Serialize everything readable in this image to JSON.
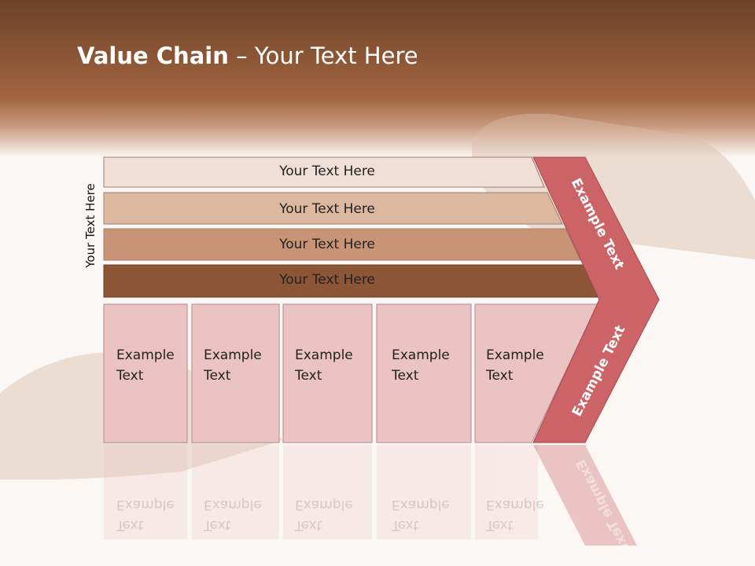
{
  "title": {
    "bold": "Value Chain",
    "rest": " – Your Text Here"
  },
  "side_label": "Your Text Here",
  "bars": [
    {
      "label": "Your Text Here",
      "color": "#efdfd6"
    },
    {
      "label": "Your Text Here",
      "color": "#ddb8a0"
    },
    {
      "label": "Your Text Here",
      "color": "#c99476"
    },
    {
      "label": "Your Text Here",
      "color": "#8b5536"
    }
  ],
  "boxes": [
    {
      "line1": "Example",
      "line2": "Text"
    },
    {
      "line1": "Example",
      "line2": "Text"
    },
    {
      "line1": "Example",
      "line2": "Text"
    },
    {
      "line1": "Example",
      "line2": "Text"
    },
    {
      "line1": "Example",
      "line2": "Text"
    }
  ],
  "chevron": {
    "upper": "Example Text",
    "lower": "Example Text",
    "color": "#cc6366"
  },
  "colors": {
    "header_top": "#6d4128",
    "header_mid": "#a1653f",
    "box": "#ebc3c3",
    "box_border": "#b08a8a"
  }
}
